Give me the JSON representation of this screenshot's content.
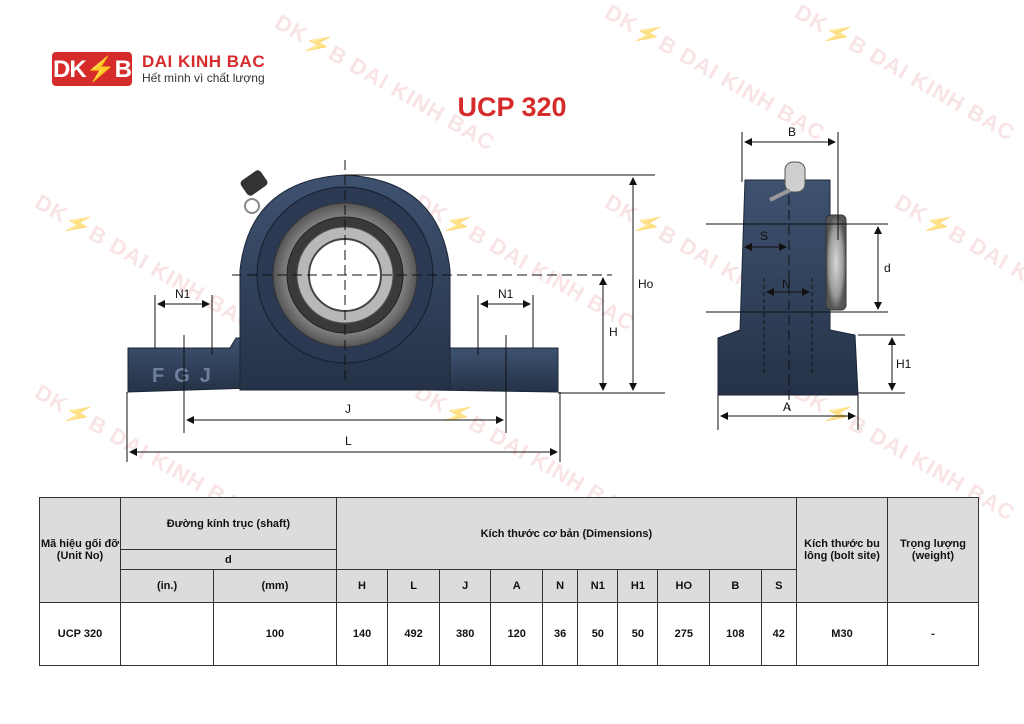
{
  "brand": {
    "logo_mark": "DK⚡B",
    "name": "DAI KINH BAC",
    "slogan": "Hết mình vì chất lượng"
  },
  "title": "UCP 320",
  "drawing": {
    "housing_marking": "FGJ",
    "front_labels": [
      "N1",
      "N1",
      "H",
      "Ho",
      "J",
      "L"
    ],
    "side_labels": [
      "B",
      "S",
      "d",
      "N",
      "H1",
      "A"
    ]
  },
  "table": {
    "col_unit": "Mã hiệu gối đỡ (Unit No)",
    "col_shaft": "Đường kính trục (shaft)",
    "col_shaft_sub": "d",
    "col_dims": "Kích thước cơ bản (Dimensions)",
    "col_bolt": "Kích thước bu lông (bolt site)",
    "col_weight": "Trọng lượng (weight)",
    "sub_headers": [
      "(in.)",
      "(mm)",
      "H",
      "L",
      "J",
      "A",
      "N",
      "N1",
      "H1",
      "HO",
      "B",
      "S"
    ],
    "row": {
      "unit": "UCP 320",
      "d_in": "",
      "d_mm": "100",
      "H": "140",
      "L": "492",
      "J": "380",
      "A": "120",
      "N": "36",
      "N1": "50",
      "H1": "50",
      "HO": "275",
      "B": "108",
      "S": "42",
      "bolt": "M30",
      "weight": "-"
    }
  },
  "colors": {
    "brand_red": "#d62b2b",
    "housing": "#2f4058",
    "table_header_bg": "#dcdcdc"
  }
}
